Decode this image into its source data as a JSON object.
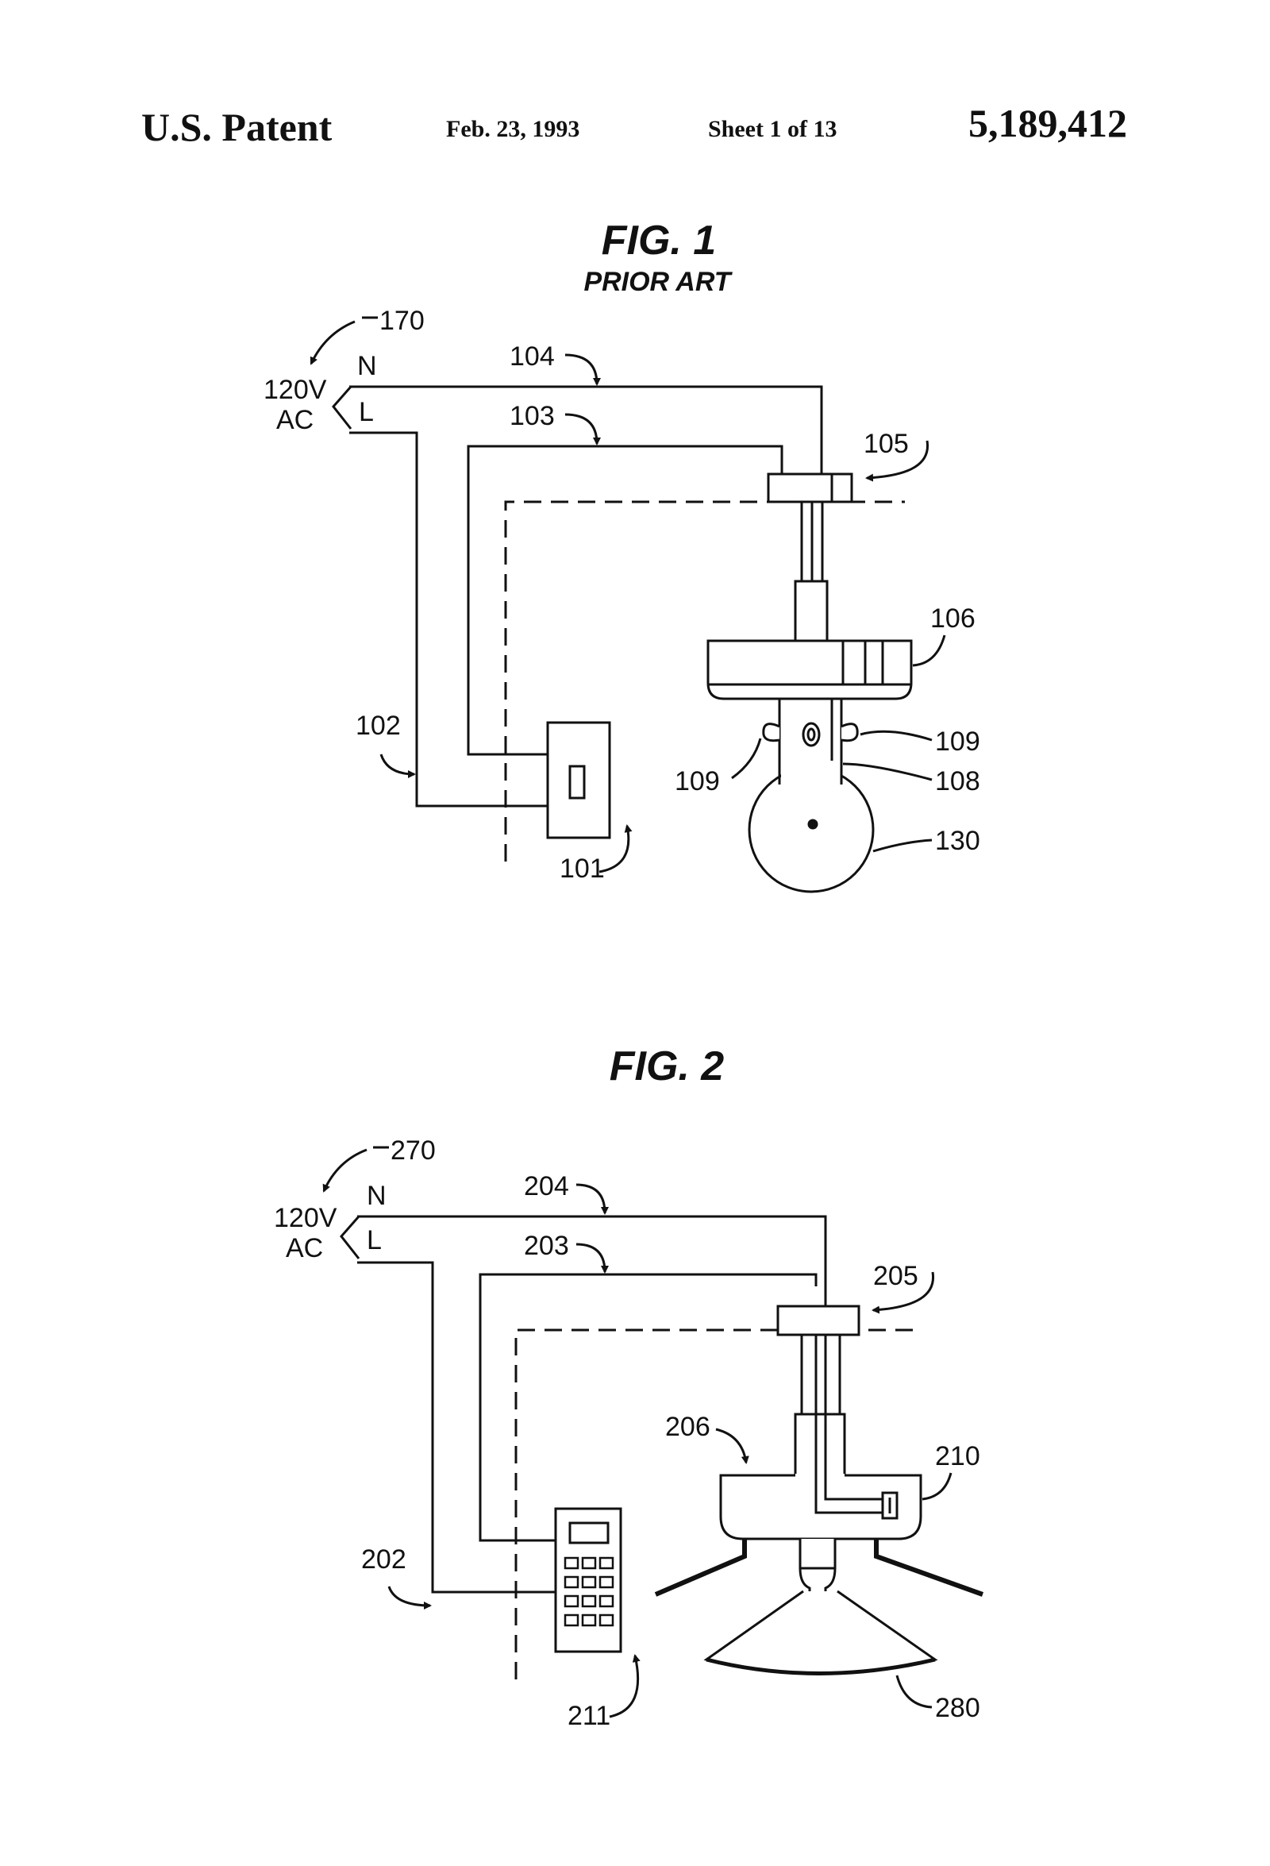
{
  "header": {
    "title": "U.S. Patent",
    "date": "Feb. 23, 1993",
    "sheet": "Sheet 1 of 13",
    "patent_number": "5,189,412"
  },
  "fig1": {
    "title": "FIG. 1",
    "subtitle": "PRIOR ART",
    "source_voltage": "120V",
    "source_type": "AC",
    "neutral": "N",
    "line": "L",
    "refs": {
      "source": "170",
      "neutral_wire": "104",
      "switched_wire": "103",
      "line_wire": "102",
      "canopy": "105",
      "fan_motor": "106",
      "pull_chain": "109",
      "pull_chain_left": "109",
      "light_kit": "108",
      "bulb": "130",
      "wall_switch": "101"
    }
  },
  "fig2": {
    "title": "FIG. 2",
    "source_voltage": "120V",
    "source_type": "AC",
    "neutral": "N",
    "line": "L",
    "refs": {
      "source": "270",
      "neutral_wire": "204",
      "switched_wire": "203",
      "line_wire": "202",
      "canopy": "205",
      "fan_assembly": "206",
      "receiver": "210",
      "wall_control": "211",
      "lamp_shade": "280"
    }
  },
  "colors": {
    "ink": "#111111",
    "paper": "#ffffff"
  }
}
